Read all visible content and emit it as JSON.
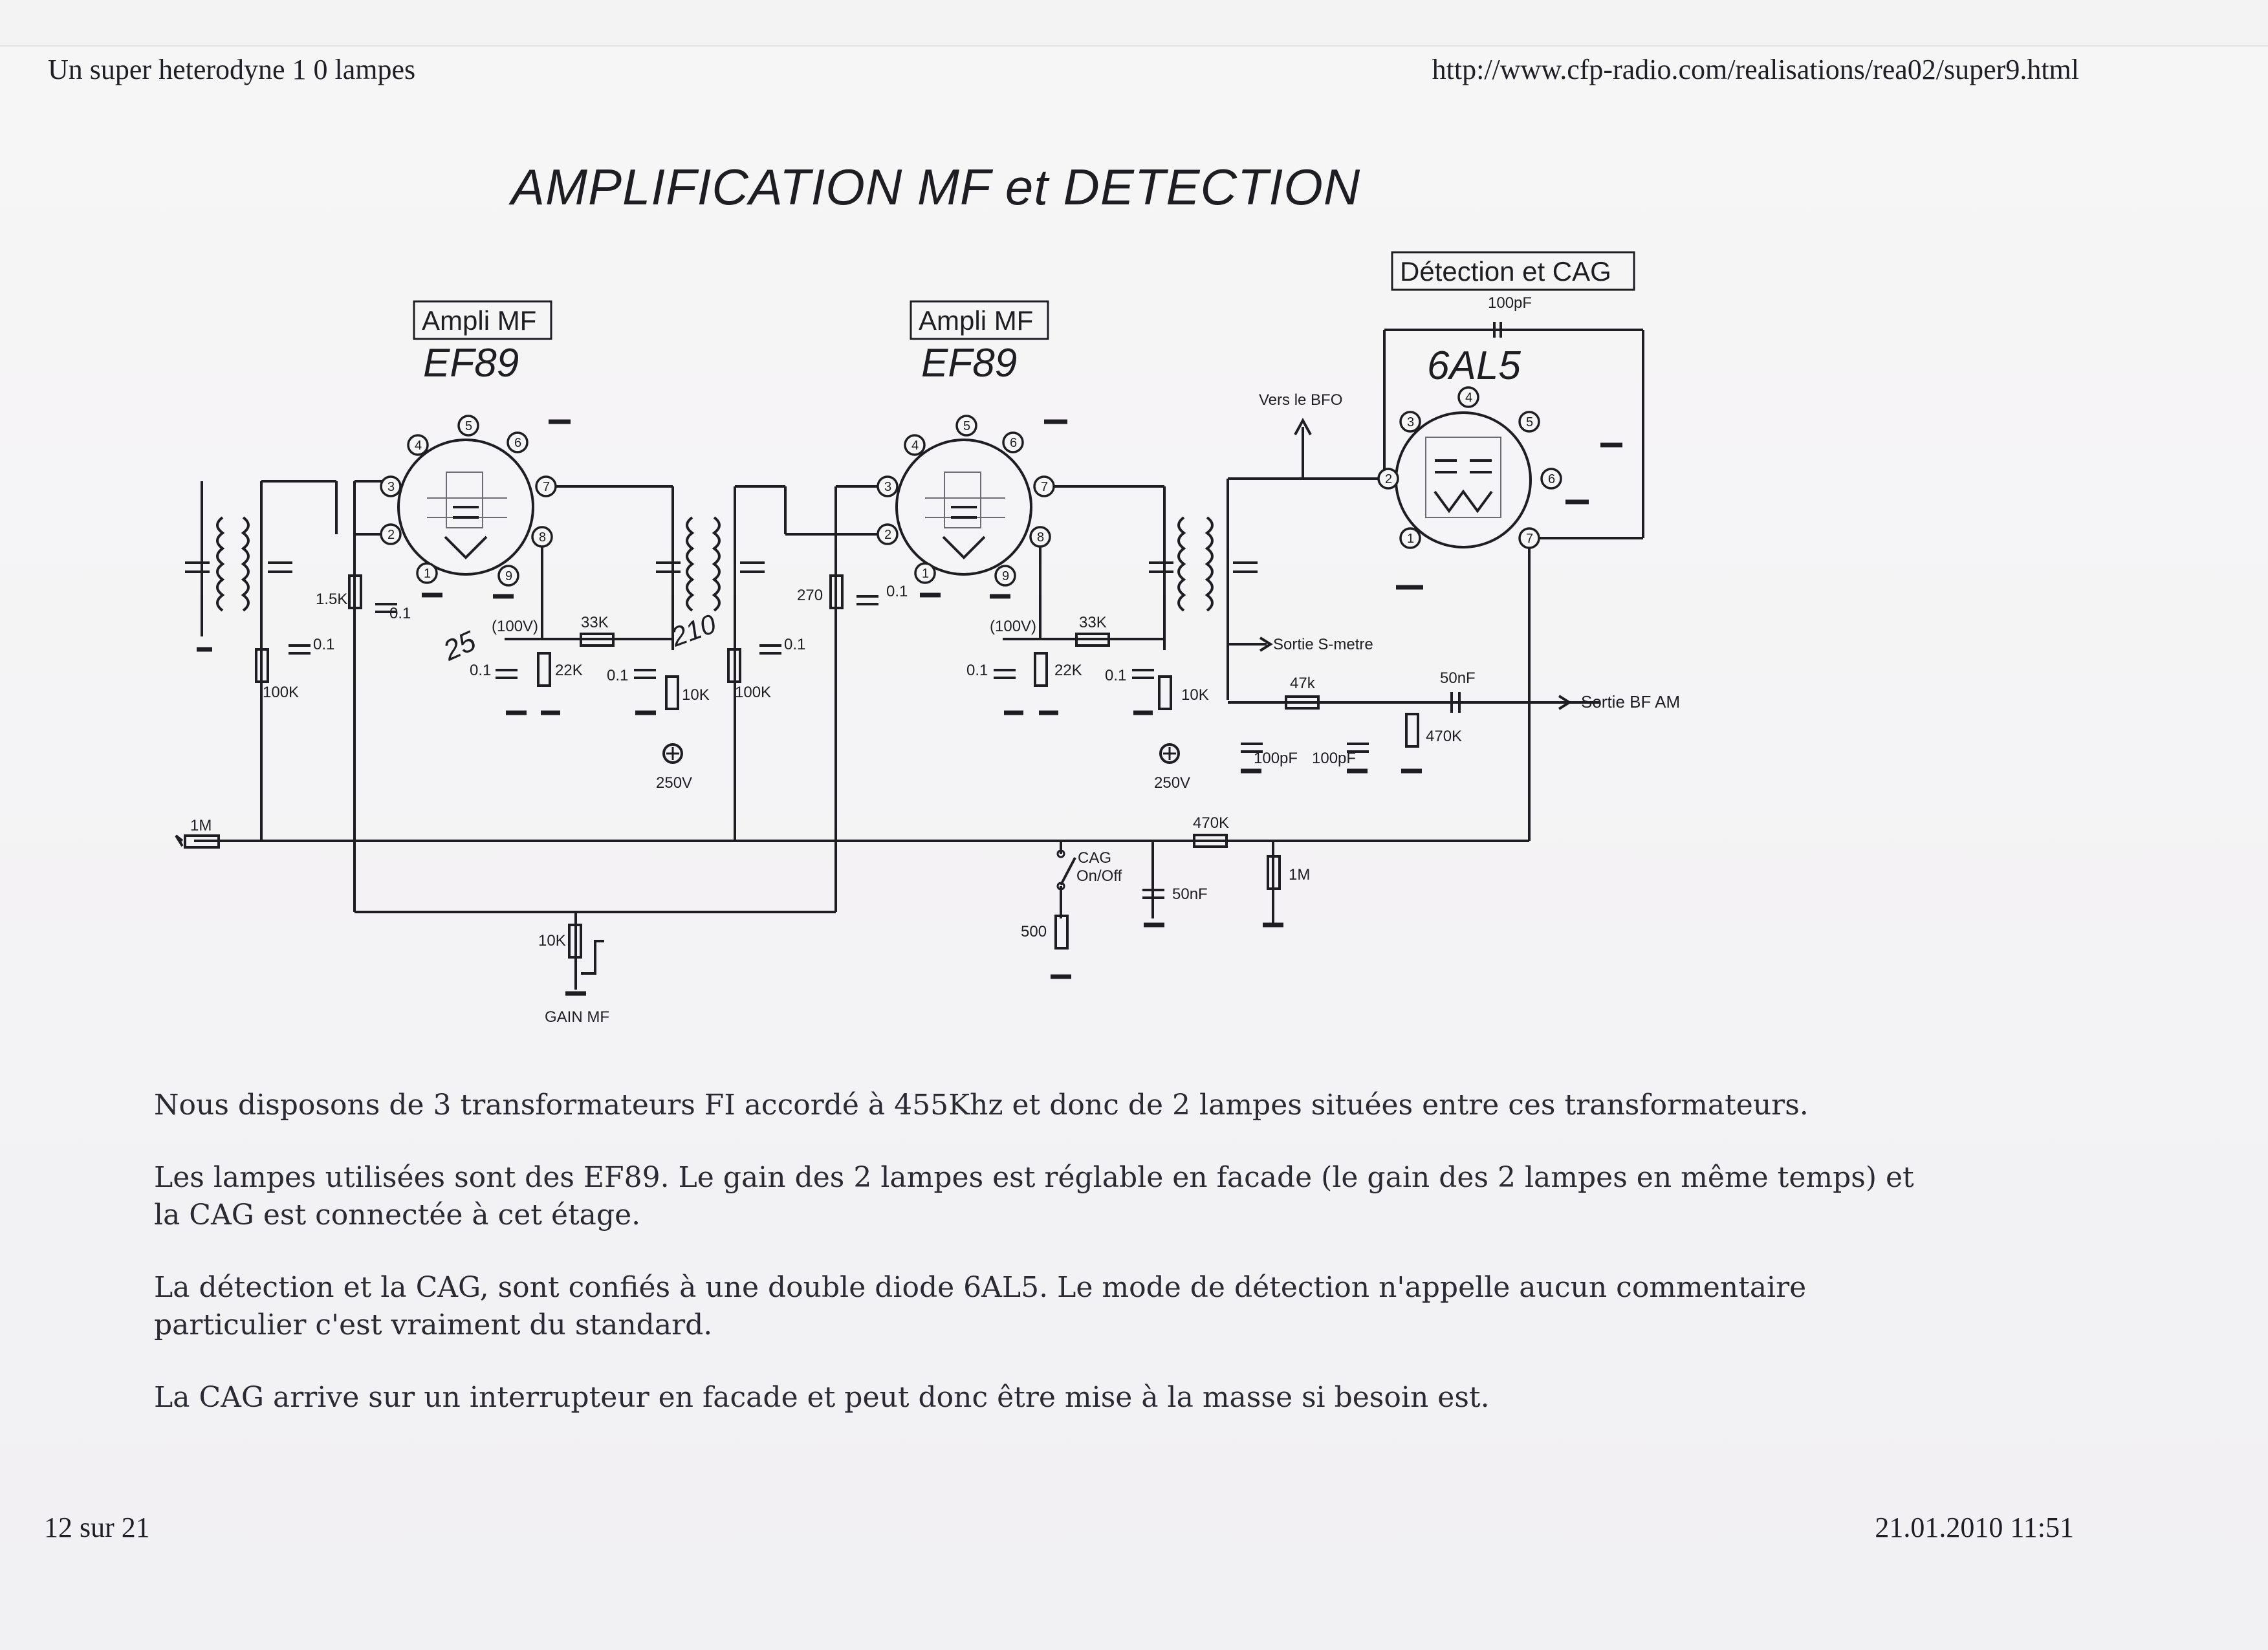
{
  "header": {
    "left": "Un super heterodyne 1 0 lampes",
    "right": "http://www.cfp-radio.com/realisations/rea02/super9.html"
  },
  "footer": {
    "left": "12 sur 21",
    "right": "21.01.2010 11:51"
  },
  "schematic": {
    "title": "AMPLIFICATION MF et DETECTION",
    "tube1": {
      "box": "Ampli MF",
      "name": "EF89"
    },
    "tube2": {
      "box": "Ampli MF",
      "name": "EF89"
    },
    "tube3": {
      "box": "Détection et CAG",
      "name": "6AL5"
    },
    "labels": {
      "r_1m_in": "1M",
      "r_1k5": "1.5K",
      "c_01_a": "0.1",
      "c_01_b": "0.1",
      "r_100k_a": "100K",
      "v_100_a": "(100V)",
      "c_01_c": "0.1",
      "r_22k_a": "22K",
      "r_33k_a": "33K",
      "c_01_d": "0.1",
      "r_10k_a": "10K",
      "v_250_a": "250V",
      "r_100k_b": "100K",
      "c_01_e": "0.1",
      "r_270": "270",
      "c_01_f": "0.1",
      "v_100_b": "(100V)",
      "c_01_g": "0.1",
      "r_22k_b": "22K",
      "r_33k_b": "33K",
      "c_01_h": "0.1",
      "r_10k_b": "10K",
      "v_250_b": "250V",
      "c_100pf_top": "100pF",
      "vers_bfo": "Vers le BFO",
      "sortie_smetre": "Sortie S-metre",
      "r_47k": "47k",
      "c_50nf_out": "50nF",
      "sortie_bf": "Sortie BF AM",
      "c_100pf_a": "100pF",
      "c_100pf_b": "100pF",
      "r_470k_out": "470K",
      "r_470k_cag": "470K",
      "cag_switch": "CAG\nOn/Off",
      "c_50nf_cag": "50nF",
      "r_1m_cag": "1M",
      "r_500": "500",
      "r_10k_gain": "10K",
      "gain_mf": "GAIN MF",
      "handwritten_a": "25",
      "handwritten_b": "210"
    },
    "pins": [
      "1",
      "2",
      "3",
      "4",
      "5",
      "6",
      "7",
      "8",
      "9"
    ],
    "pins_6al5": [
      "1",
      "2",
      "3",
      "4",
      "5",
      "6",
      "7"
    ]
  },
  "body": {
    "p1": "Nous disposons de 3 transformateurs FI accordé à 455Khz et donc de 2 lampes situées entre ces transformateurs.",
    "p2": "Les lampes utilisées sont des EF89. Le gain des 2 lampes est réglable en facade (le gain des 2 lampes en même temps) et la CAG est connectée à cet étage.",
    "p3": "La détection et la CAG, sont confiés à une double diode 6AL5. Le mode de détection n'appelle aucun commentaire particulier c'est vraiment du standard.",
    "p4": "La CAG arrive sur un interrupteur en facade et peut donc être mise à la masse si besoin est."
  }
}
